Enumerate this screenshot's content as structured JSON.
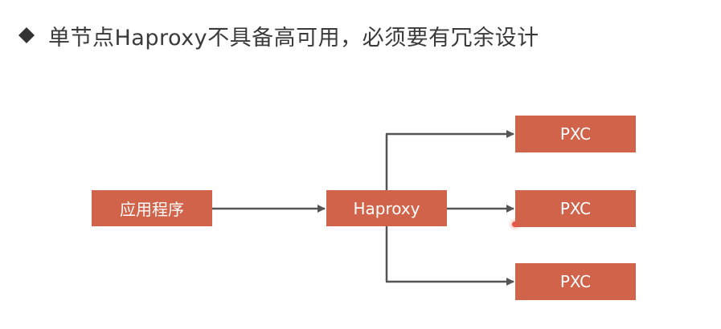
{
  "slide": {
    "title": "单节点Haproxy不具备高可用，必须要有冗余设计",
    "bullet_icon": "diamond-bullet-icon"
  },
  "diagram": {
    "nodes": {
      "app": "应用程序",
      "haproxy": "Haproxy",
      "pxc_1": "PXC",
      "pxc_2": "PXC",
      "pxc_3": "PXC"
    },
    "edges": [
      {
        "from": "app",
        "to": "haproxy"
      },
      {
        "from": "haproxy",
        "to": "pxc_1"
      },
      {
        "from": "haproxy",
        "to": "pxc_2"
      },
      {
        "from": "haproxy",
        "to": "pxc_3"
      }
    ]
  },
  "colors": {
    "node_fill": "#d0634a",
    "node_text": "#ffffff",
    "connector": "#555555",
    "title_text": "#3a3a3a"
  }
}
